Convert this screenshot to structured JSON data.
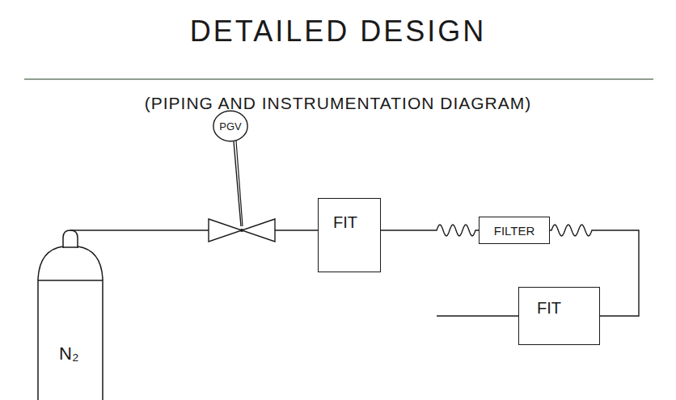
{
  "diagram": {
    "title": "DETAILED DESIGN",
    "nodes": [
      {
        "text": [
          "PGV"
        ]
      },
      {
        "text": [
          "FIT"
        ]
      },
      {
        "text": [
          "FILTER"
        ]
      },
      {
        "text": [
          "N₂"
        ]
      },
      {
        "text": [
          "FIT"
        ]
      }
    ],
    "edges": [
      {
        "from": 3,
        "to": 1,
        "arrow": "none"
      },
      {
        "from": 1,
        "to": 2,
        "arrow": "none"
      },
      {
        "from": 2,
        "to": 4,
        "arrow": "none"
      }
    ],
    "labels": [
      "(PIPING AND INSTRUMENTATION DIAGRAM)"
    ]
  }
}
